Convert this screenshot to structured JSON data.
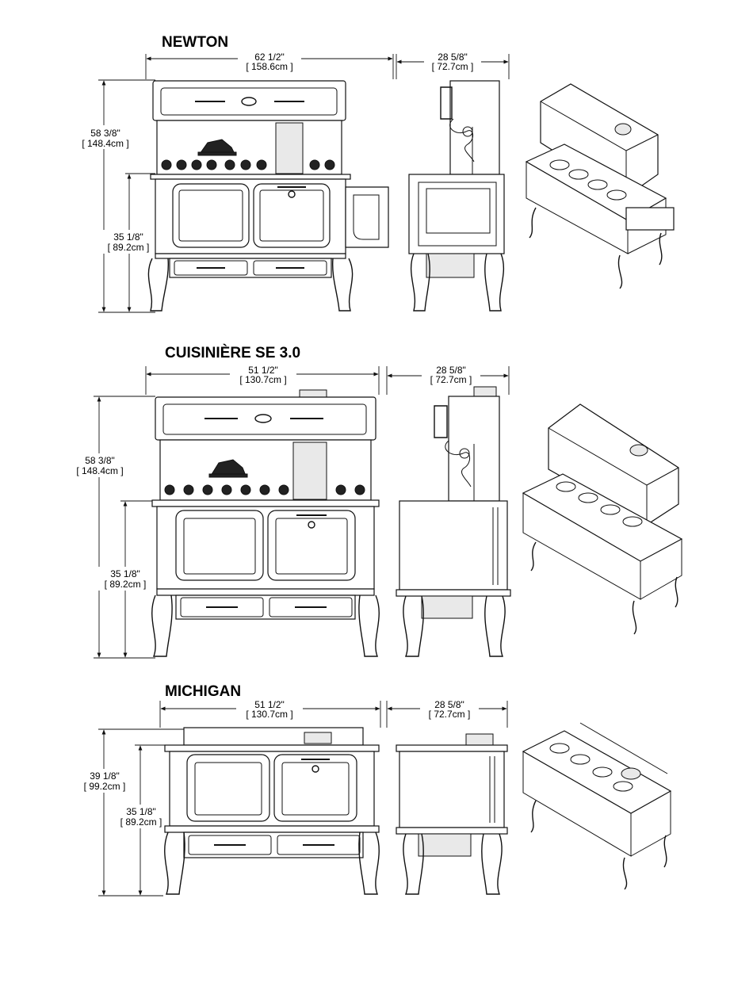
{
  "models": [
    {
      "title": "NEWTON",
      "front_width_in": "62 1/2\"",
      "front_width_cm": "[ 158.6cm ]",
      "side_depth_in": "28 5/8\"",
      "side_depth_cm": "[ 72.7cm ]",
      "total_height_in": "58 3/8\"",
      "total_height_cm": "[ 148.4cm ]",
      "top_height_in": "35 1/8\"",
      "top_height_cm": "[ 89.2cm ]"
    },
    {
      "title": "CUISINIÈRE SE 3.0",
      "front_width_in": "51 1/2\"",
      "front_width_cm": "[ 130.7cm ]",
      "side_depth_in": "28 5/8\"",
      "side_depth_cm": "[ 72.7cm ]",
      "total_height_in": "58 3/8\"",
      "total_height_cm": "[ 148.4cm ]",
      "top_height_in": "35 1/8\"",
      "top_height_cm": "[ 89.2cm ]"
    },
    {
      "title": "MICHIGAN",
      "front_width_in": "51 1/2\"",
      "front_width_cm": "[ 130.7cm ]",
      "side_depth_in": "28 5/8\"",
      "side_depth_cm": "[ 72.7cm ]",
      "total_height_in": "39 1/8\"",
      "total_height_cm": "[ 99.2cm ]",
      "top_height_in": "35 1/8\"",
      "top_height_cm": "[ 89.2cm ]"
    }
  ]
}
